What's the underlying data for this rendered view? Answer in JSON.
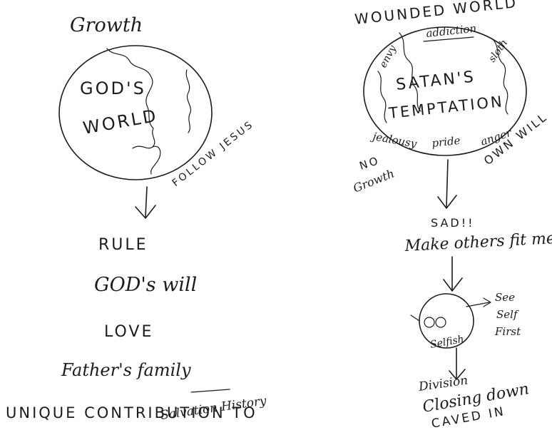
{
  "left": {
    "title": "Growth",
    "globe_line1": "GOD'S",
    "globe_line2": "WORLD",
    "follow": "FOLLOW JESUS",
    "items": [
      "RULE",
      "GOD's will",
      "LOVE",
      "Father's family"
    ],
    "contribution": "UNIQUE CONTRIBUTION TO",
    "contribution_sub": "Salvation History"
  },
  "right": {
    "title": "WOUNDED WORLD",
    "globe_line1": "SATAN'S",
    "globe_line2": "TEMPTATION",
    "vices": [
      "envy",
      "addiction",
      "sloth",
      "jealousy",
      "pride",
      "anger"
    ],
    "own_will": "OWN WILL",
    "no_growth_1": "NO",
    "no_growth_2": "Growth",
    "sad": "SAD!!",
    "make": "Make others fit me",
    "selfish": "Selfish",
    "see": "See",
    "self": "Self",
    "first": "First",
    "division": "Division",
    "closing": "Closing down",
    "caved": "CAVED IN"
  }
}
